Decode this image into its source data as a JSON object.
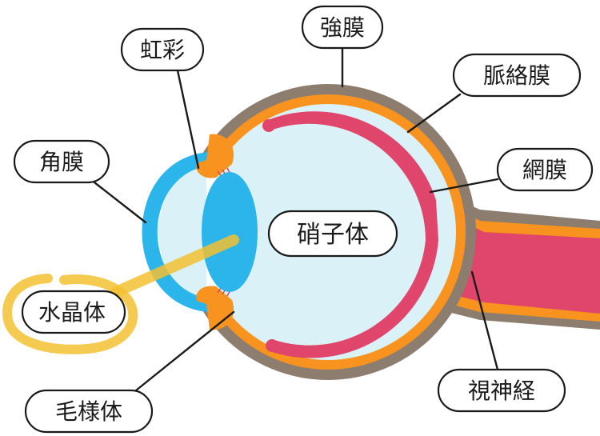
{
  "labels": {
    "sclera": "強膜",
    "iris": "虹彩",
    "choroid": "脈絡膜",
    "cornea": "角膜",
    "retina": "網膜",
    "vitreous": "硝子体",
    "lens": "水晶体",
    "ciliary": "毛様体",
    "optic_nerve": "視神経"
  },
  "colors": {
    "sclera": "#8c7d6f",
    "choroid": "#f7931e",
    "retina": "#e0456b",
    "vitreous": "#d9f1f7",
    "cornea": "#2bb5ea",
    "lens": "#2bb5ea",
    "highlight": "#f2c133"
  }
}
